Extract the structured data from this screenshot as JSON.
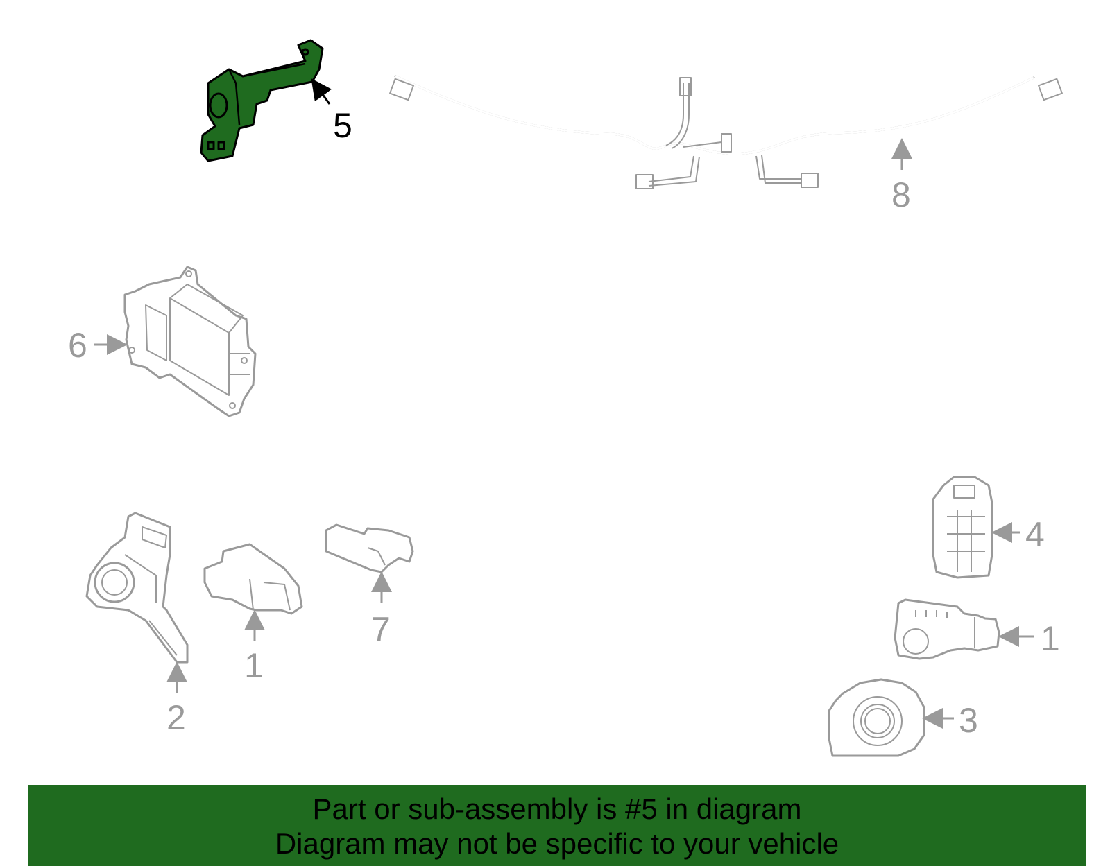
{
  "diagram": {
    "highlight_color": "#1f6b1f",
    "callout_color_highlighted": "#000000",
    "callout_color_default": "#9a9a9a",
    "callouts": {
      "c5": "5",
      "c8": "8",
      "c6": "6",
      "c2": "2",
      "c1a": "1",
      "c7": "7",
      "c4": "4",
      "c1b": "1",
      "c3": "3"
    }
  },
  "banner": {
    "background": "#1f6b1f",
    "line1": "Part or sub-assembly is #5 in diagram",
    "line2": "Diagram may not be specific to your vehicle"
  }
}
